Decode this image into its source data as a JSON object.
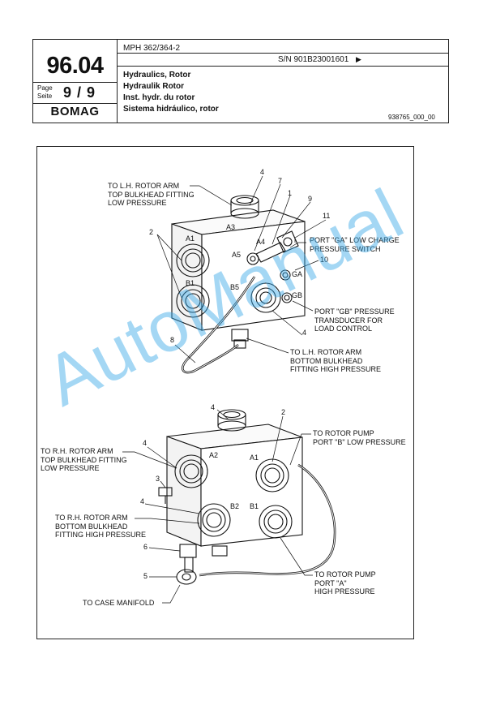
{
  "header": {
    "section_number": "96.04",
    "page_label_en": "Page",
    "page_label_de": "Seite",
    "page_value": "9 / 9",
    "logo": "BOMAG",
    "model": "MPH 362/364-2",
    "serial": "S/N 901B23001601",
    "serial_arrow": "▶",
    "title_en": "Hydraulics, Rotor",
    "title_de": "Hydraulik Rotor",
    "title_fr": "Inst. hydr. du rotor",
    "title_es": "Sistema hidráulico, rotor",
    "figure_number": "938765_000_00"
  },
  "figure": {
    "upper": {
      "callouts": {
        "top_lh_arm": [
          "TO L.H. ROTOR  ARM",
          "TOP BULKHEAD FITTING",
          "LOW PRESSURE"
        ],
        "port_ga": [
          "PORT \"GA\" LOW CHARGE",
          "PRESSURE SWITCH"
        ],
        "port_gb": [
          "PORT \"GB\" PRESSURE",
          "TRANSDUCER FOR",
          "LOAD CONTROL"
        ],
        "bottom_lh_arm": [
          "TO L.H. ROTOR  ARM",
          "BOTTOM BULKHEAD",
          "FITTING HIGH PRESSURE"
        ]
      },
      "numbers": [
        "4",
        "7",
        "1",
        "9",
        "11",
        "2",
        "10",
        "8",
        "4"
      ],
      "port_marks": [
        "A3",
        "A1",
        "B1",
        "A5",
        "A4",
        "B5",
        "GA",
        "GB"
      ]
    },
    "lower": {
      "callouts": {
        "top_rh_arm": [
          "TO R.H. ROTOR  ARM",
          "TOP BULKHEAD FITTING",
          "LOW PRESSURE"
        ],
        "pump_b": [
          "TO ROTOR PUMP",
          "PORT \"B\" LOW PRESSURE"
        ],
        "bottom_rh_arm": [
          "TO R.H. ROTOR ARM",
          "BOTTOM BULKHEAD",
          "FITTING HIGH PRESSURE"
        ],
        "pump_a": [
          "TO ROTOR PUMP",
          "PORT \"A\"",
          "HIGH PRESSURE"
        ],
        "case_manifold": [
          "TO CASE MANIFOLD"
        ]
      },
      "numbers": [
        "4",
        "2",
        "4",
        "3",
        "4",
        "6",
        "5"
      ],
      "port_marks": [
        "A2",
        "A1",
        "B2",
        "B1"
      ]
    },
    "watermark": "AutoManual"
  }
}
